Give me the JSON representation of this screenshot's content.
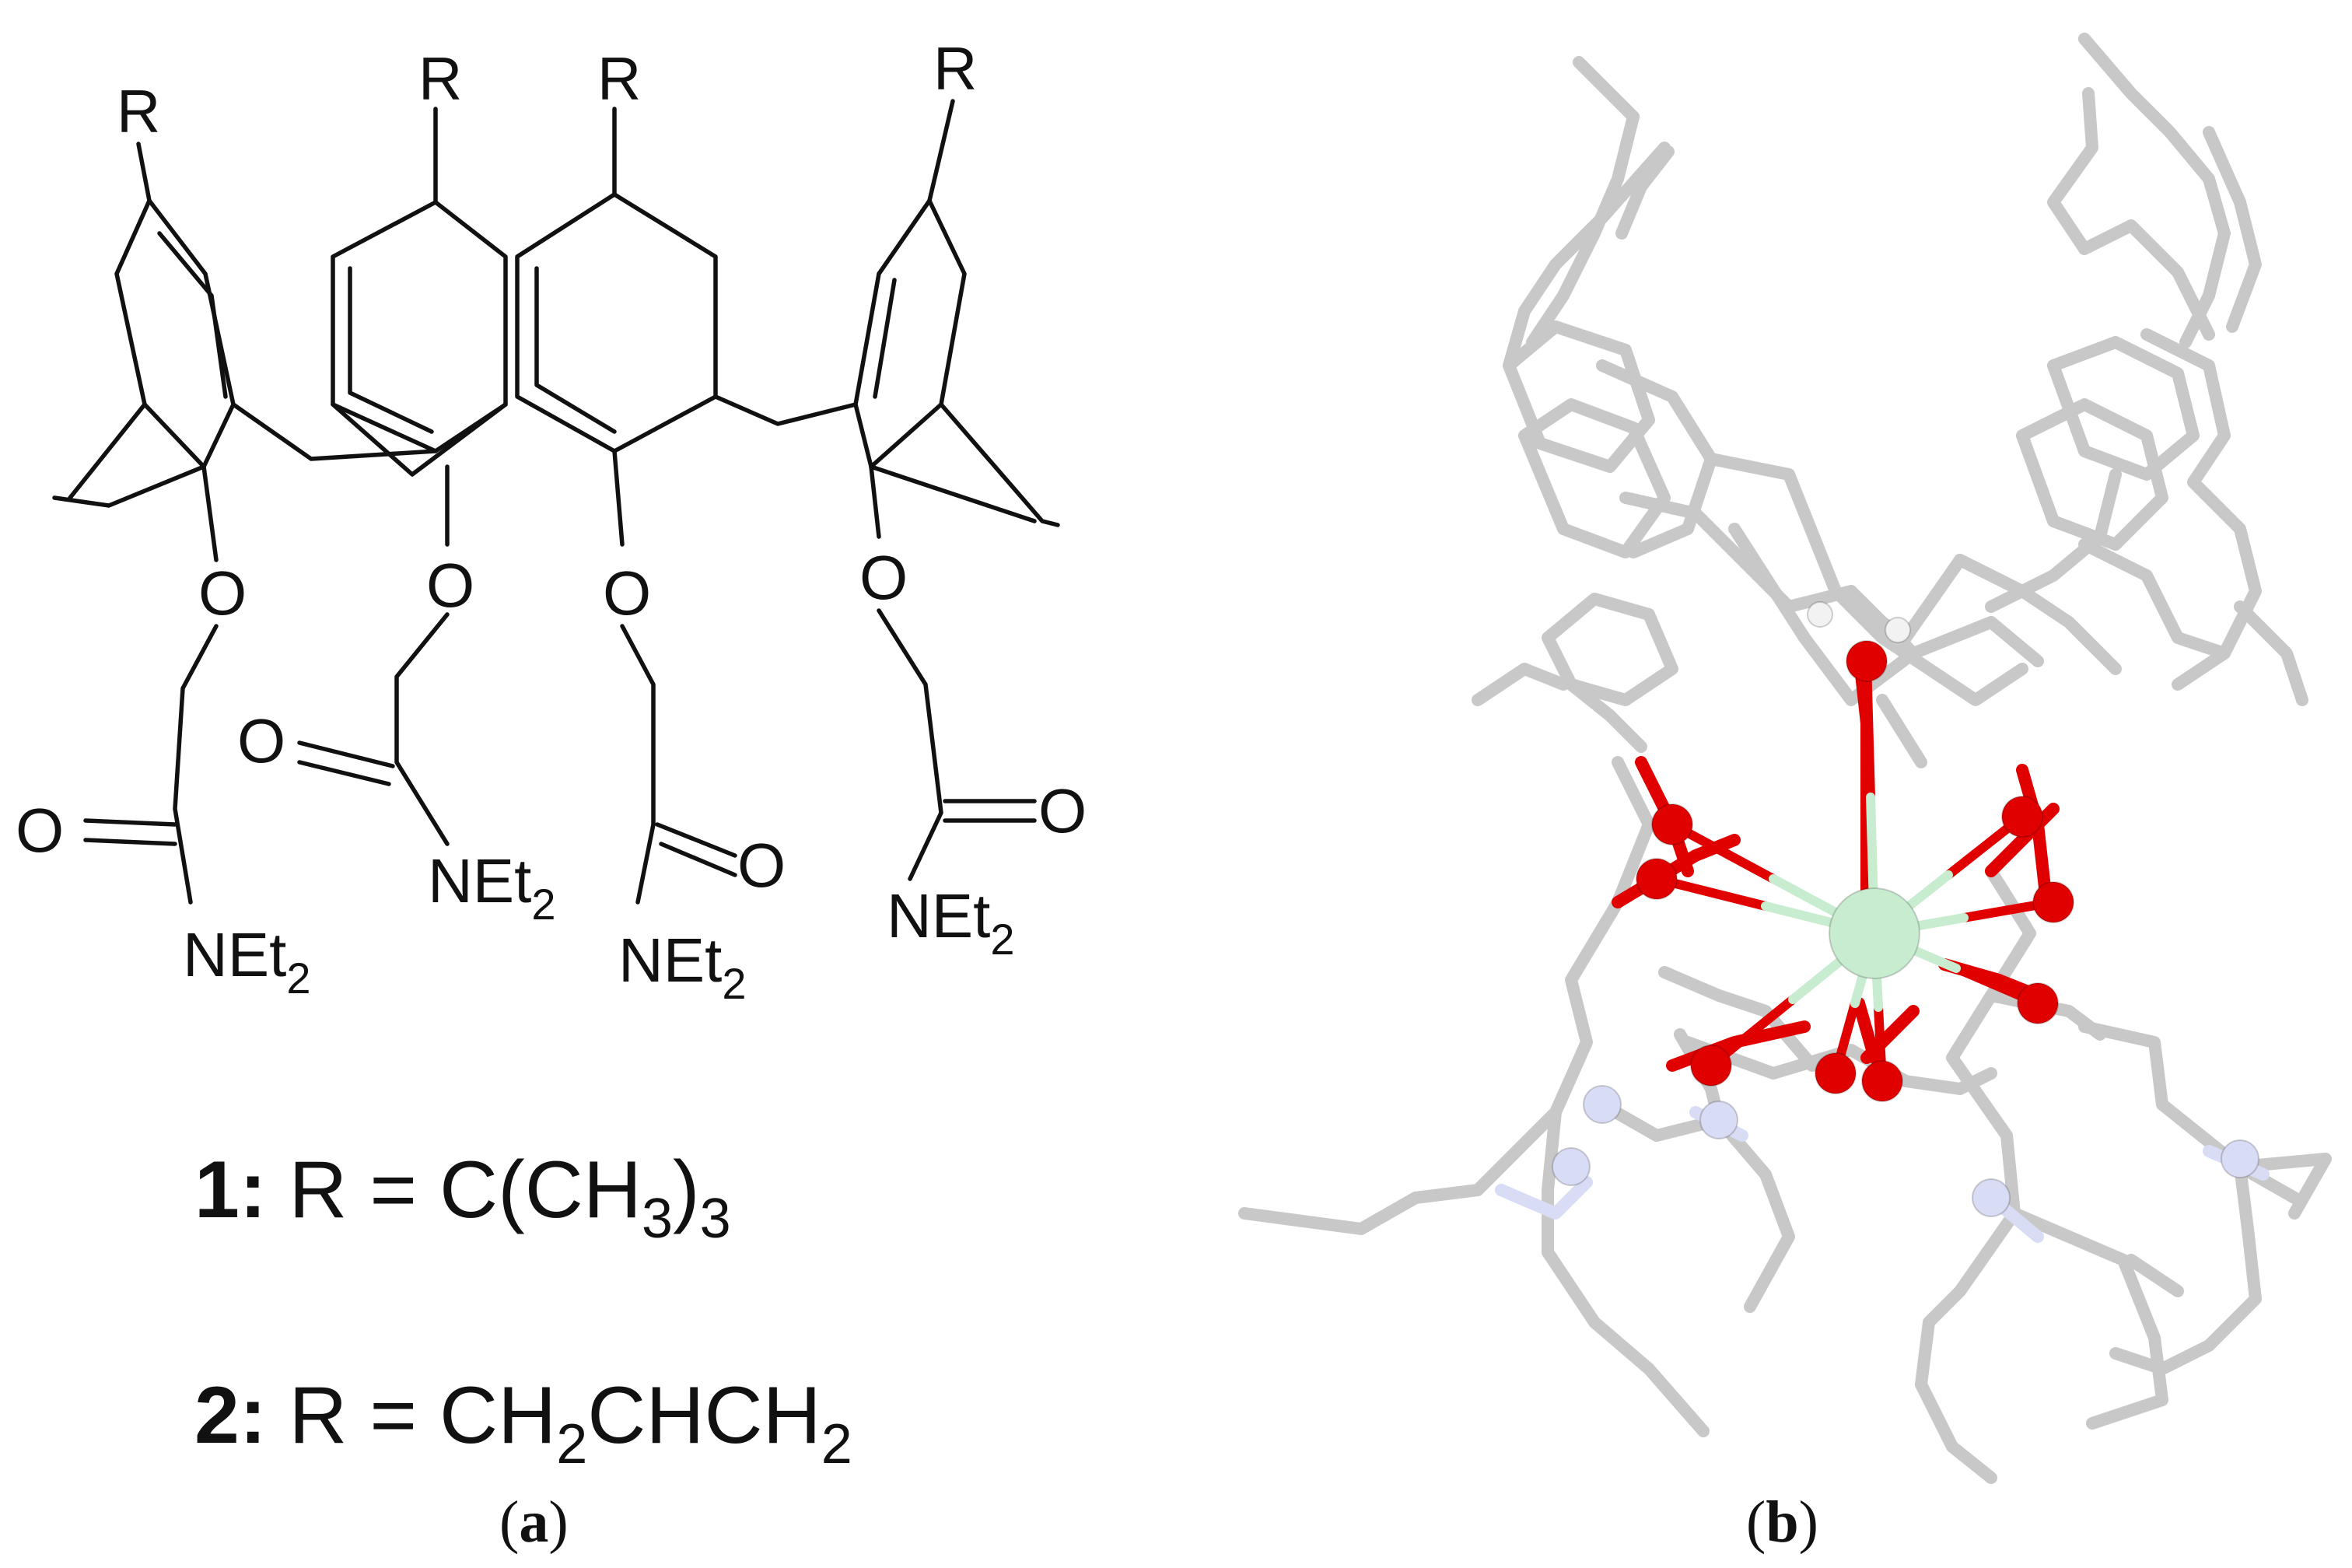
{
  "panel_a": {
    "r_labels": [
      "R",
      "R",
      "R",
      "R"
    ],
    "oxygen_labels": [
      "O",
      "O",
      "O",
      "O"
    ],
    "carbonyl_labels": [
      "O",
      "O",
      "O",
      "O"
    ],
    "amide_labels": [
      {
        "base": "NEt",
        "sub": "2"
      },
      {
        "base": "NEt",
        "sub": "2"
      },
      {
        "base": "NEt",
        "sub": "2"
      },
      {
        "base": "NEt",
        "sub": "2"
      }
    ],
    "compound_1": {
      "number": "1:",
      "text": "R = C(CH",
      "sub1": "3",
      "close": ")",
      "sub2": "3"
    },
    "compound_2": {
      "number": "2:",
      "text": "R = CH",
      "sub1": "2",
      "mid": "CHCH",
      "sub2": "2"
    },
    "caption": {
      "open": "(",
      "letter": "a",
      "close": ")"
    }
  },
  "panel_b": {
    "caption": {
      "open": "(",
      "letter": "b",
      "close": ")"
    },
    "colors": {
      "carbon": "#c8c8c8",
      "oxygen": "#e00000",
      "nitrogen": "#d8dcf4",
      "metal": "#c8ecd0",
      "hydrogen": "#f2f2f2"
    },
    "atom_types": [
      "carbon",
      "oxygen",
      "nitrogen",
      "metal",
      "hydrogen"
    ]
  }
}
